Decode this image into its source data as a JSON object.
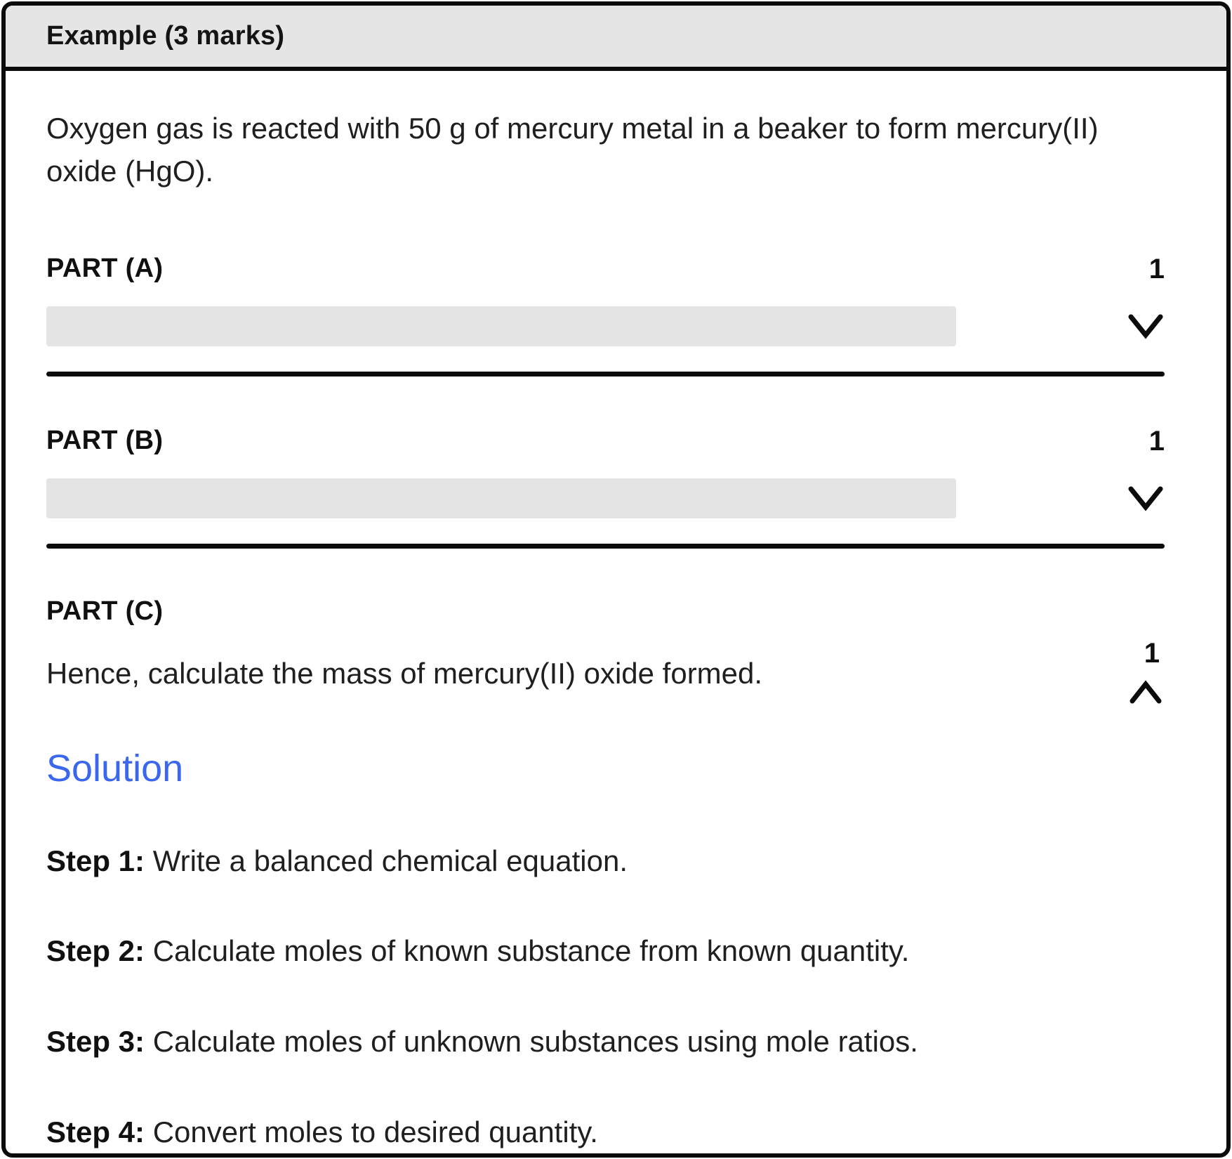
{
  "card": {
    "title": "Example (3 marks)",
    "question": "Oxygen gas is reacted with 50 g of mercury metal in a beaker to form mercury(II) oxide (HgO).",
    "parts": [
      {
        "label": "PART (A)",
        "marks": "1",
        "state": "collapsed",
        "icon": "chevron-down-icon"
      },
      {
        "label": "PART (B)",
        "marks": "1",
        "state": "collapsed",
        "icon": "chevron-down-icon"
      },
      {
        "label": "PART (C)",
        "marks": "1",
        "state": "expanded",
        "icon": "chevron-up-icon",
        "question": "Hence, calculate the mass of mercury(II) oxide formed."
      }
    ],
    "solution_heading": "Solution",
    "steps": [
      {
        "label": "Step 1:",
        "text": "Write a balanced chemical equation."
      },
      {
        "label": "Step 2:",
        "text": "Calculate moles of known substance from known quantity."
      },
      {
        "label": "Step 3:",
        "text": "Calculate moles of unknown substances using mole ratios."
      },
      {
        "label": "Step 4:",
        "text": "Convert moles to desired quantity."
      }
    ],
    "colors": {
      "solution_blue": "#3b66ee",
      "header_bg": "#e5e5e5",
      "skeleton_gray": "#e4e4e4",
      "border_black": "#0b0b0b"
    }
  }
}
